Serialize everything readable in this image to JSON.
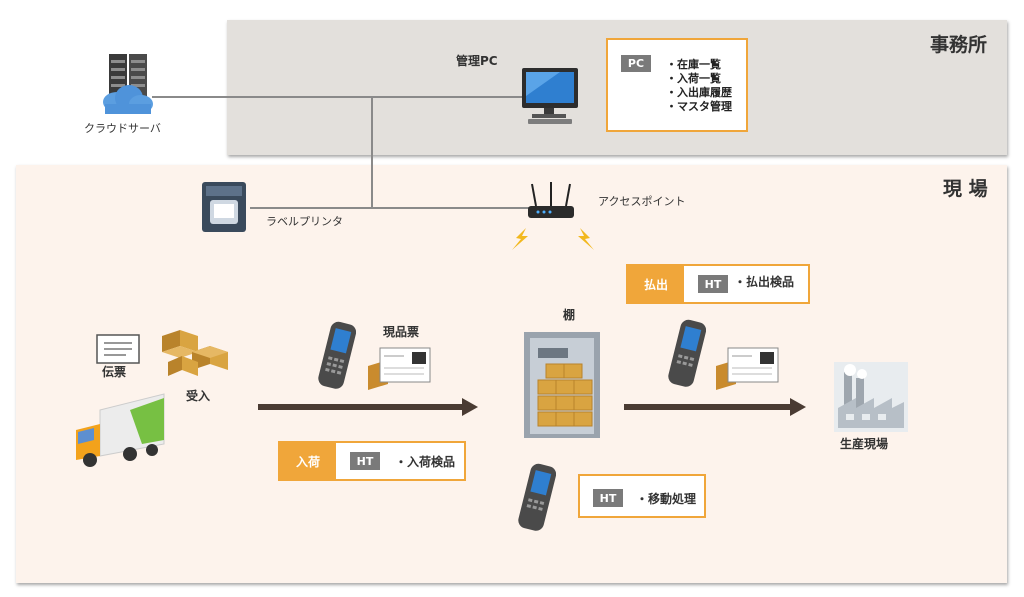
{
  "zones": {
    "office": "事務所",
    "floor": "現 場"
  },
  "devices": {
    "cloud_server": "クラウドサーバ",
    "admin_pc": "管理PC",
    "label_printer": "ラベルプリンタ",
    "access_point": "アクセスポイント"
  },
  "pc_box": {
    "tag": "PC",
    "items": [
      "・在庫一覧",
      "・入荷一覧",
      "・入出庫履歴",
      "・マスタ管理"
    ]
  },
  "flow": {
    "slip": "伝票",
    "receiving": "受入",
    "goods_ticket": "現品票",
    "shelf": "棚",
    "production_site": "生産現場"
  },
  "ht_boxes": {
    "inbound": {
      "tab": "入荷",
      "tag": "HT",
      "label": "・入荷検品"
    },
    "outbound": {
      "tab": "払出",
      "tag": "HT",
      "label": "・払出検品"
    },
    "move": {
      "tag": "HT",
      "label": "・移動処理"
    }
  },
  "colors": {
    "accent": "#f0a63a",
    "arrow": "#4a3b33",
    "office_bg": "#e3e0dc",
    "floor_bg": "#fdf3ec"
  }
}
